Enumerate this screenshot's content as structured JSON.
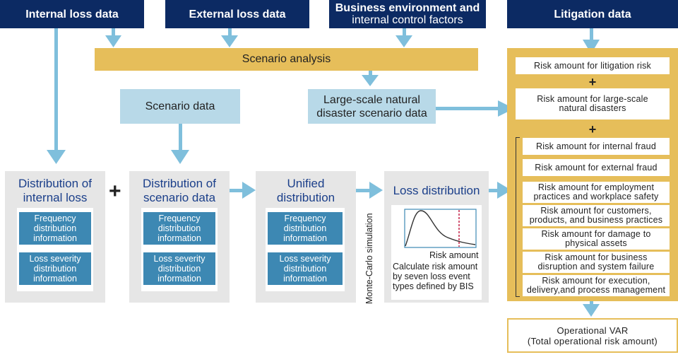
{
  "sources": {
    "internal_loss": "Internal loss data",
    "external_loss": "External loss data",
    "business_env_line1": "Business environment and",
    "business_env_line2": "internal control factors",
    "litigation": "Litigation data"
  },
  "scenario_analysis": "Scenario analysis",
  "scenario_data": "Scenario data",
  "large_scale_scenario": {
    "line1": "Large-scale natural",
    "line2": "disaster scenario data"
  },
  "distributions": {
    "internal": {
      "line1": "Distribution of",
      "line2": "internal loss"
    },
    "scenario": {
      "line1": "Distribution of",
      "line2": "scenario data"
    },
    "unified": {
      "line1": "Unified",
      "line2": "distribution"
    },
    "loss": "Loss distribution"
  },
  "info_boxes": {
    "frequency": [
      "Frequency",
      "distribution",
      "information"
    ],
    "severity": [
      "Loss severity",
      "distribution",
      "information"
    ]
  },
  "monte_carlo": "Monte-Carlo simulation",
  "loss_panel": {
    "risk_amount_label": "Risk amount",
    "calc_text": [
      "Calculate risk amount",
      "by seven loss event",
      "types defined by BIS"
    ]
  },
  "plus_sign": "+",
  "right_column": {
    "litigation_risk": "Risk amount for litigation risk",
    "natural_disasters": [
      "Risk amount for large-scale",
      "natural disasters"
    ],
    "event_types": [
      [
        "Risk amount for internal fraud"
      ],
      [
        "Risk amount for external fraud"
      ],
      [
        "Risk amount for employment",
        "practices and workplace safety"
      ],
      [
        "Risk amount for customers,",
        "products, and business practices"
      ],
      [
        "Risk amount for damage to",
        "physical assets"
      ],
      [
        "Risk amount for business",
        "disruption and system failure"
      ],
      [
        "Risk amount for execution,",
        "delivery,and process management"
      ]
    ]
  },
  "operational_var": {
    "line1": "Operational VAR",
    "line2": "(Total operational risk amount)"
  },
  "colors": {
    "navy": "#0c2a63",
    "gold": "#e6be5a",
    "light_blue": "#b8d9e8",
    "teal": "#3d88b3",
    "arrow": "#7fbfdc",
    "gray": "#e6e6e6",
    "title_blue": "#1b3f8a",
    "dashed_red": "#c0143c"
  }
}
